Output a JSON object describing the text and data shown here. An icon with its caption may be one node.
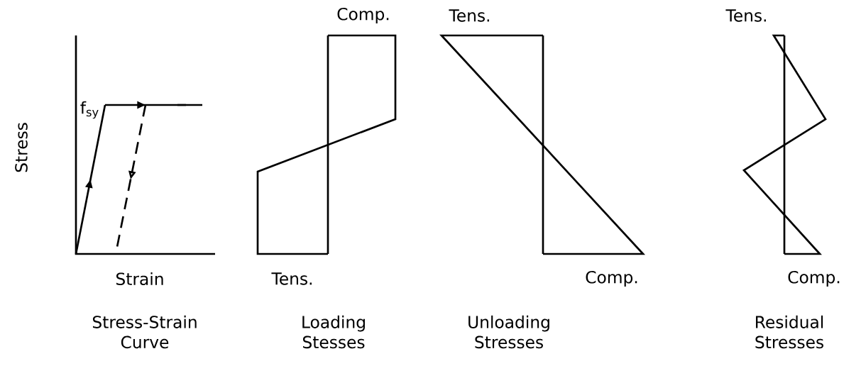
{
  "diagram": {
    "labels": [
      "Comp.",
      "Tens.",
      "Tens.",
      "f$_{sy}$",
      "Stress",
      "Strain",
      "Tens.",
      "Comp.",
      "Comp.",
      "Stress-Strain Curve",
      "Loading Stesses",
      "Unloading Stresses",
      "Residual Stresses"
    ]
  }
}
